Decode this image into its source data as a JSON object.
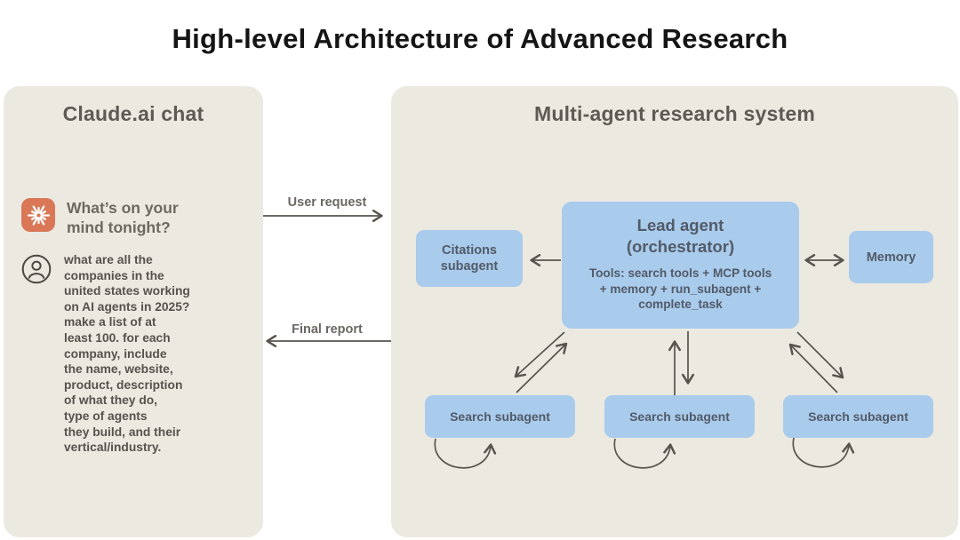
{
  "title": "High-level Architecture of Advanced Research",
  "left_panel": {
    "heading": "Claude.ai chat",
    "assistant_message": "What’s on your\nmind tonight?",
    "user_message": "what are all the\ncompanies in the\nunited states working\non AI agents in 2025?\nmake a list of at\nleast 100. for each\ncompany, include\nthe name, website,\nproduct, description\nof what they do,\ntype of agents\nthey build, and their\nvertical/industry."
  },
  "connectors": {
    "user_request_label": "User request",
    "final_report_label": "Final report"
  },
  "right_panel": {
    "heading": "Multi-agent research system",
    "lead_agent": {
      "title": "Lead agent\n(orchestrator)",
      "tools": "Tools: search tools + MCP tools\n+ memory + run_subagent +\ncomplete_task"
    },
    "citations_subagent": "Citations\nsubagent",
    "memory": "Memory",
    "search_subagents": [
      "Search subagent",
      "Search subagent",
      "Search subagent"
    ]
  },
  "icons": {
    "claude-logo-icon": "orange rounded square with white starburst",
    "user-avatar-icon": "outlined circle with person silhouette"
  },
  "colors": {
    "panel_bg": "#ECE9E1",
    "box_blue": "#A9CBEC",
    "claude_orange": "#D97757",
    "arrow": "#57544E",
    "heading_text": "#5E5B54",
    "body_text": "#56534D",
    "box_text": "#525B68",
    "title_text": "#151515"
  }
}
